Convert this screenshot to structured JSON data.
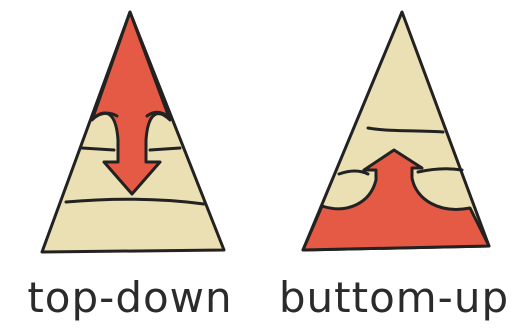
{
  "diagrams": [
    {
      "caption": "top-down",
      "direction": "down",
      "layers": 4
    },
    {
      "caption": "buttom-up",
      "direction": "up",
      "layers": 4
    }
  ],
  "colors": {
    "fill": "#ebdfb4",
    "arrow": "#e55a44",
    "outline": "#222222",
    "background": "#ffffff"
  }
}
